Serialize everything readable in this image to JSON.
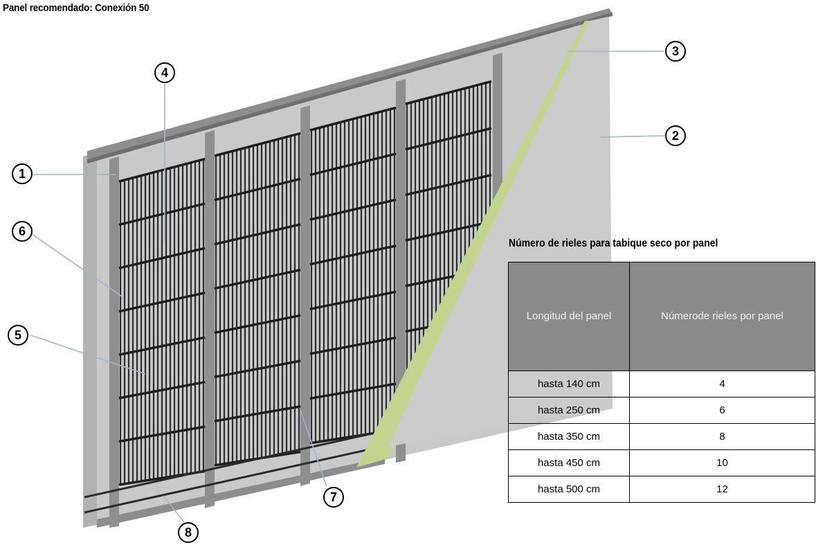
{
  "title": "Panel recomendado: Conexión 50",
  "callouts": [
    "1",
    "2",
    "3",
    "4",
    "5",
    "6",
    "7",
    "8"
  ],
  "table": {
    "caption": "Número de rieles para tabique seco por panel",
    "headers": [
      "Longitud del panel",
      "Númerode rieles por panel"
    ],
    "rows": [
      {
        "length": "hasta 140 cm",
        "rails": "4"
      },
      {
        "length": "hasta 250 cm",
        "rails": "6"
      },
      {
        "length": "hasta 350 cm",
        "rails": "8"
      },
      {
        "length": "hasta 450 cm",
        "rails": "10"
      },
      {
        "length": "hasta 500 cm",
        "rails": "12"
      }
    ]
  },
  "colors": {
    "board": "#c8c8c8",
    "board_shadow": "#b4b4b4",
    "profile": "#8e8e8e",
    "pipe": "#2c2c2c",
    "green_layer": "#c3d48e",
    "table_header": "#8a8a8a"
  }
}
